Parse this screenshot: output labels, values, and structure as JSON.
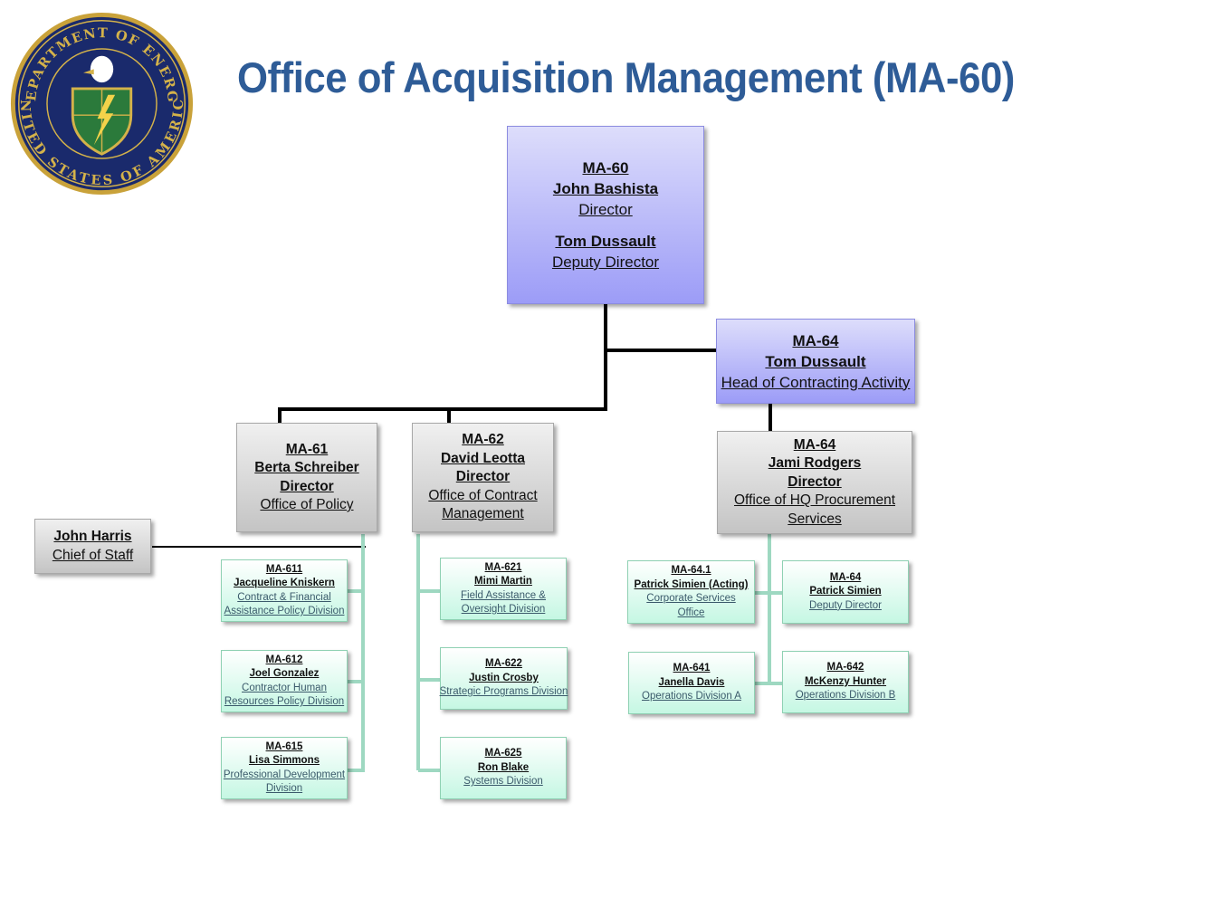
{
  "title": "Office of Acquisition Management (MA-60)",
  "seal": {
    "ring_text": "DEPARTMENT OF ENERGY • UNITED STATES OF AMERICA",
    "colors": {
      "ring": "#1a2a6c",
      "gold": "#d4b24a",
      "shield": "#2b7a3b"
    }
  },
  "colors": {
    "title": "#2e5c97",
    "purple_box": "#9c9cf7",
    "gray_box": "#c4c4c4",
    "mint_box": "#c5f7e3",
    "connector": "#000000",
    "sub_connector": "#9ed8c1"
  },
  "ma60": {
    "code": "MA-60",
    "name": "John Bashista",
    "role": "Director",
    "deputy_name": "Tom Dussault",
    "deputy_role": "Deputy Director"
  },
  "ma64_hca": {
    "code": "MA-64",
    "name": "Tom Dussault",
    "role": "Head of Contracting Activity"
  },
  "ma61": {
    "code": "MA-61",
    "name": "Berta Schreiber",
    "role": "Director",
    "office": "Office of Policy"
  },
  "ma62": {
    "code": "MA-62",
    "name": "David Leotta",
    "role": "Director",
    "office_line1": "Office of Contract",
    "office_line2": "Management"
  },
  "ma64_dir": {
    "code": "MA-64",
    "name": "Jami Rodgers",
    "role": "Director",
    "office_line1": "Office of HQ Procurement",
    "office_line2": "Services"
  },
  "chief": {
    "name": "John Harris",
    "role": "Chief of Staff"
  },
  "ma611": {
    "code": "MA-611",
    "name": "Jacqueline Kniskern",
    "line1": "Contract & Financial",
    "line2": "Assistance Policy Division"
  },
  "ma612": {
    "code": "MA-612",
    "name": "Joel Gonzalez",
    "line1": "Contractor Human",
    "line2": "Resources Policy Division"
  },
  "ma615": {
    "code": "MA-615",
    "name": "Lisa Simmons",
    "line1": "Professional Development",
    "line2": "Division"
  },
  "ma621": {
    "code": "MA-621",
    "name": "Mimi Martin",
    "line1": "Field Assistance &",
    "line2": "Oversight Division"
  },
  "ma622": {
    "code": "MA-622",
    "name": "Justin Crosby",
    "line1": "Strategic Programs Division"
  },
  "ma625": {
    "code": "MA-625",
    "name": "Ron Blake",
    "line1": "Systems Division"
  },
  "ma641_1": {
    "code": "MA-64.1",
    "name": "Patrick Simien (Acting)",
    "line1": "Corporate Services",
    "line2": "Office"
  },
  "ma64_dep": {
    "code": "MA-64",
    "name": "Patrick Simien",
    "line1": "Deputy Director"
  },
  "ma641": {
    "code": "MA-641",
    "name": "Janella Davis",
    "line1": "Operations Division A"
  },
  "ma642": {
    "code": "MA-642",
    "name": "McKenzy Hunter",
    "line1": "Operations Division B"
  }
}
